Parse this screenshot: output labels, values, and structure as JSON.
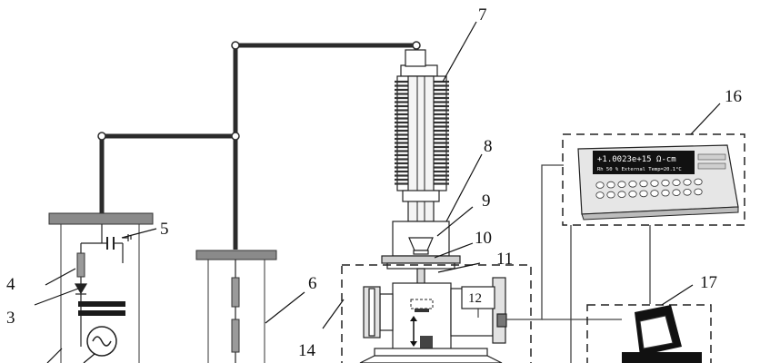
{
  "diagram": {
    "callouts": {
      "c3": "3",
      "c4": "4",
      "c5": "5",
      "c6": "6",
      "c7": "7",
      "c8": "8",
      "c9": "9",
      "c10": "10",
      "c11": "11",
      "c12": "12",
      "c14": "14",
      "c16": "16",
      "c17": "17"
    },
    "electrometer": {
      "reading": "+1.0023e+15 Ω-cm",
      "status": "Rh 50 %   External Temp=20.1°C"
    }
  }
}
